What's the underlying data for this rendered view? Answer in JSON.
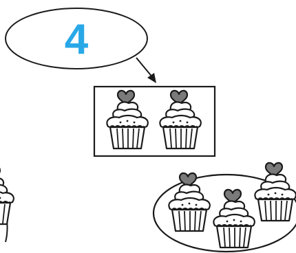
{
  "number_label": "4",
  "colors": {
    "number": "#29a8e8",
    "outline": "#1a1a1a",
    "heart": "#7a7a7a",
    "background": "#ffffff"
  },
  "icons": [
    "cupcake-icon",
    "heart-icon",
    "arrow-icon"
  ],
  "groups": {
    "box_cupcake_count": 2,
    "plate_cupcake_count": 3,
    "left_partial_cupcake_count": 1
  }
}
